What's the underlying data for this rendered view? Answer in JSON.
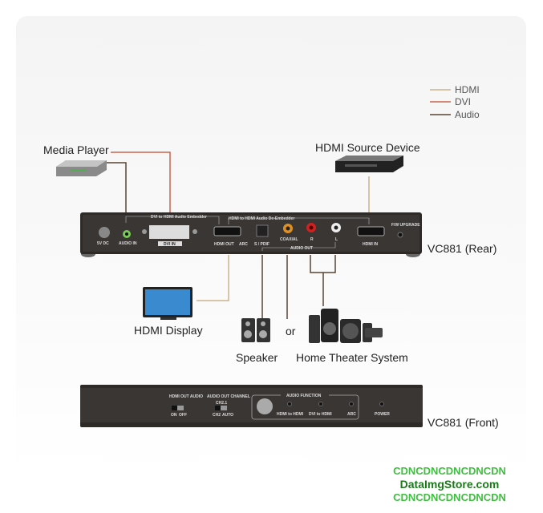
{
  "legend": [
    {
      "label": "HDMI",
      "color": "#c9b38e"
    },
    {
      "label": "DVI",
      "color": "#c8634d"
    },
    {
      "label": "Audio",
      "color": "#5a4535"
    }
  ],
  "labels": {
    "media_player": "Media Player",
    "hdmi_source": "HDMI Source Device",
    "hdmi_display": "HDMI Display",
    "speaker": "Speaker",
    "or": "or",
    "home_theater": "Home Theater System",
    "rear": "VC881 (Rear)",
    "front": "VC881 (Front)"
  },
  "rear_panel": {
    "dvi_embedder": "DVI to HDMI Audio Embedder",
    "hdmi_deembedder": "HDMI to HDMI Audio De-Embedder",
    "audio_in": "AUDIO IN",
    "dvi_in": "DVI IN",
    "hdmi_out": "HDMI OUT",
    "arc": "ARC",
    "spdif": "S / PDIF",
    "coaxial": "COAXIAL",
    "r": "R",
    "l": "L",
    "audio_out": "AUDIO OUT",
    "hdmi_in": "HDMI IN",
    "fw_upgrade": "F/W UPGRADE",
    "power": "5V DC"
  },
  "front_panel": {
    "hdmi_out_audio": "HDMI OUT AUDIO",
    "on": "ON",
    "off": "OFF",
    "audio_out_channel": "AUDIO OUT CHANNEL",
    "ch": "CH2.1",
    "ch2": "CH2",
    "auto": "AUTO",
    "audio_function": "AUDIO FUNCTION",
    "hdmi_to_hdmi": "HDMI to HDMI",
    "dvi_to_hdmi": "DVI to HDMI",
    "arc": "ARC",
    "power": "POWER"
  },
  "watermark": {
    "line1": "CDNCDNCDNCDNCDN",
    "line2": "DataImgStore.com",
    "line3": "CDNCDNCDNCDNCDN"
  }
}
